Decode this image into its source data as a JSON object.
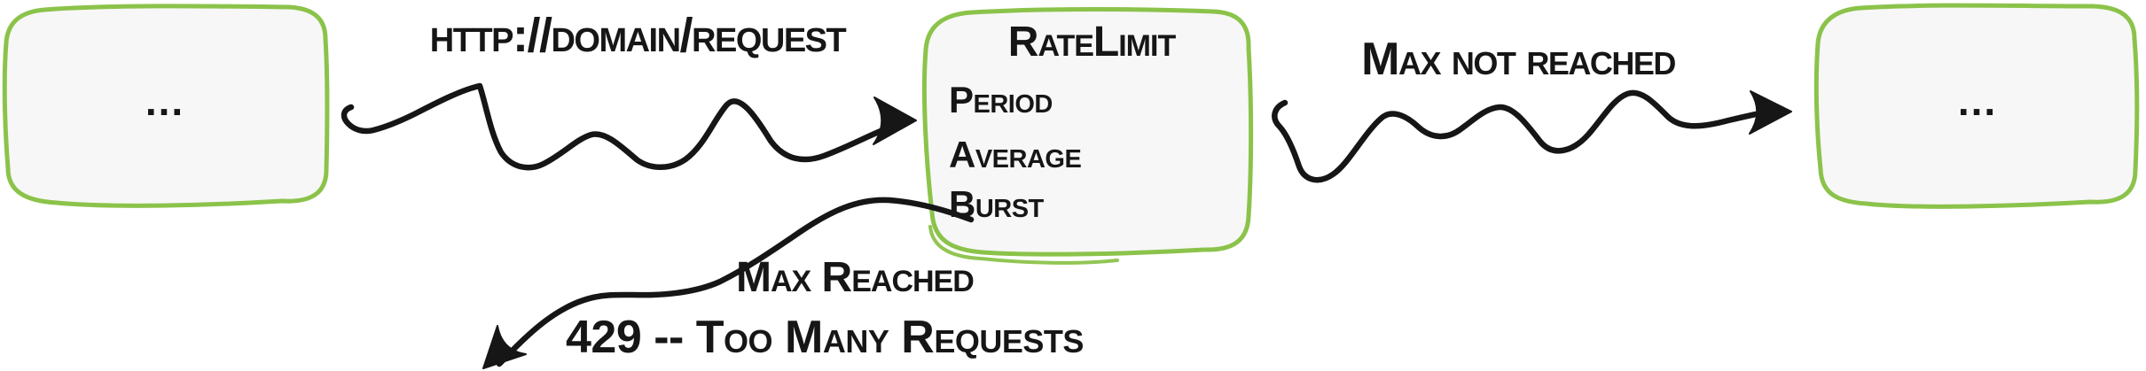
{
  "colors": {
    "ink": "#161616",
    "node_border_green": "#8bc34a",
    "node_fill": "#f7f7f7",
    "background": "#ffffff"
  },
  "nodes": {
    "source": {
      "label": "..."
    },
    "ratelimit": {
      "title": "RateLimit",
      "fields": [
        "Period",
        "Average",
        "Burst"
      ]
    },
    "target": {
      "label": "..."
    }
  },
  "edges": {
    "request": {
      "label": "http://domain/request"
    },
    "max_not_reached": {
      "label": "Max not reached"
    },
    "max_reached": {
      "label": "Max Reached",
      "sublabel": "429 -- Too Many Requests"
    }
  }
}
